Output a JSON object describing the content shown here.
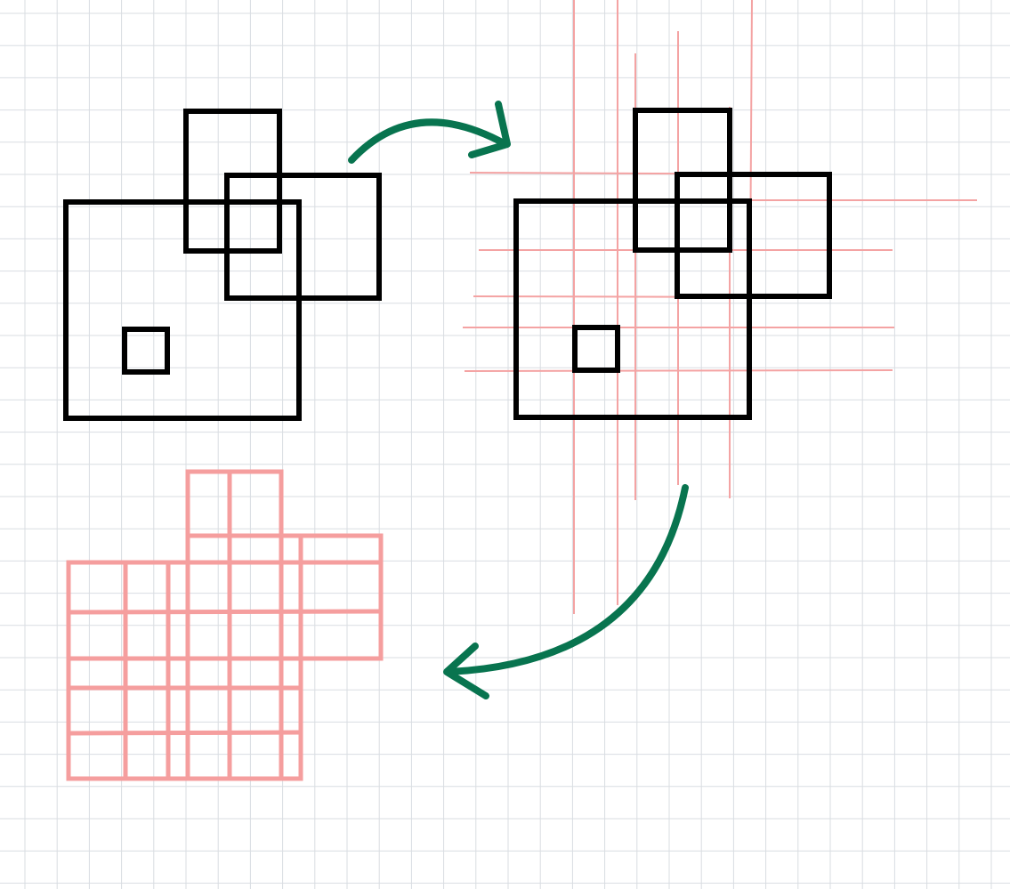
{
  "colors": {
    "background": "#ffffff",
    "grid": "#d9dde2",
    "outline": "#000000",
    "cut_lines": "#f4a3a3",
    "partition": "#f59e9e",
    "arrow": "#08744f"
  },
  "panels": [
    {
      "name": "original-rectangles",
      "description_shown": false
    },
    {
      "name": "rectangles-with-cut-lines",
      "description_shown": false
    },
    {
      "name": "resulting-partition",
      "description_shown": false
    }
  ],
  "arrows": [
    {
      "name": "arrow-to-cut-lines",
      "icon": "curved-arrow-icon"
    },
    {
      "name": "arrow-to-partition",
      "icon": "curved-arrow-icon"
    }
  ]
}
